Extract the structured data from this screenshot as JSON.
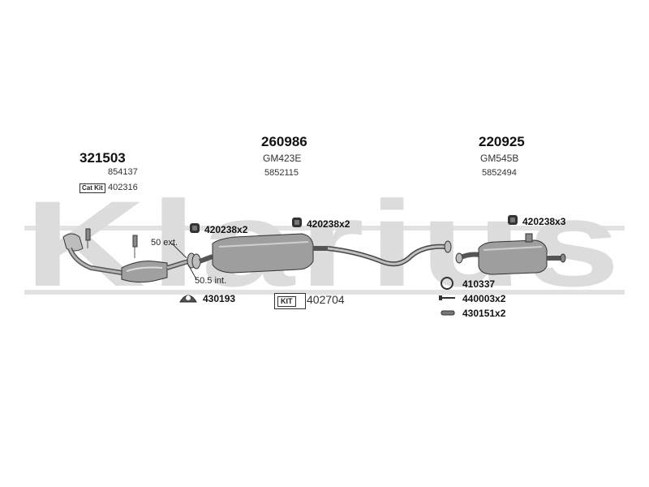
{
  "watermark": {
    "text": "Klarius",
    "color": "#d9d9d9"
  },
  "colors": {
    "part_gray": "#9a9a9a",
    "part_dark": "#4a4a4a",
    "line": "#333333"
  },
  "parts": {
    "front": {
      "number": "321503",
      "ref": "854137",
      "catkit_label": "Cat Kit",
      "catkit_number": "402316"
    },
    "middle": {
      "number": "260986",
      "code": "GM423E",
      "oe": "5852115"
    },
    "rear": {
      "number": "220925",
      "code": "GM545B",
      "oe": "5852494"
    }
  },
  "fittings": {
    "clamp_front": "420238x2",
    "clamp_mid": "420238x2",
    "clamp_rear": "420238x3",
    "mount_front": "430193",
    "kit_label": "KIT",
    "kit_number": "402704",
    "gasket": "410337",
    "bolt": "440003x2",
    "rubber": "430151x2"
  },
  "notes": {
    "ext": "50 ext.",
    "int": "50.5 int."
  }
}
